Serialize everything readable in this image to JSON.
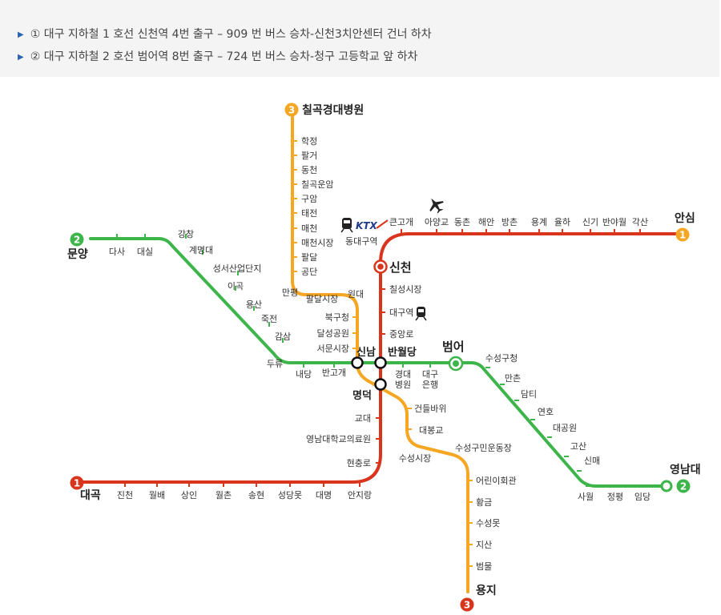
{
  "directions": [
    "① 대구 지하철 1 호선 신천역 4번 출구 – 909 번 버스 승차-신천3치안센터 건너 하차",
    "② 대구 지하철 2 호선 범어역 8번 출구 – 724 번 버스 승차-청구 고등학교 앞 하차"
  ],
  "colors": {
    "line1": "#d9341c",
    "line2": "#3db54a",
    "line3": "#f5a623",
    "ktx": "#1e3a8a",
    "background": "#f4f4f4"
  },
  "lines": {
    "line1": {
      "number": "1",
      "end_west": "대곡",
      "end_east": "안심",
      "stations_west": [
        "진천",
        "월배",
        "상인",
        "월촌",
        "송현",
        "성당못",
        "대명",
        "안지랑",
        "현충로",
        "영남대학교의료원",
        "교대"
      ],
      "stations_center": [
        "칠성시장",
        "대구역",
        "중앙로"
      ],
      "stations_east": [
        "큰고개",
        "아양교",
        "동촌",
        "해안",
        "방촌",
        "용계",
        "율하",
        "신기",
        "반야월",
        "각산"
      ]
    },
    "line2": {
      "number": "2",
      "end_west": "문양",
      "end_east": "영남대",
      "stations_west": [
        "다사",
        "대실",
        "강창",
        "계명대",
        "성서산업단지",
        "이곡",
        "용산",
        "죽전",
        "감삼",
        "두류",
        "내당",
        "반고개"
      ],
      "stations_center": [
        "경대병원",
        "대구은행"
      ],
      "stations_east": [
        "수성구청",
        "만촌",
        "담티",
        "연호",
        "대공원",
        "고산",
        "신매",
        "사월",
        "정평",
        "임당"
      ]
    },
    "line3": {
      "number": "3",
      "end_north": "칠곡경대병원",
      "end_south": "용지",
      "stations_north": [
        "학정",
        "팔거",
        "동천",
        "칠곡운암",
        "구암",
        "태전",
        "매천",
        "매천시장",
        "팔달",
        "공단",
        "만평",
        "팔달시장",
        "원대",
        "북구청",
        "달성공원",
        "서문시장"
      ],
      "stations_south": [
        "건들바위",
        "대봉교",
        "수성구민운동장",
        "수성시장",
        "어린이회관",
        "황금",
        "수성못",
        "지산",
        "범물"
      ]
    }
  },
  "transfers": {
    "sinnam": "신남",
    "banwoldang": "반월당",
    "myeongdeok": "명덕",
    "sincheon": "신천",
    "beomeo": "범어"
  },
  "labels": {
    "ktx_logo": "KTX",
    "dongdaegu": "동대구역",
    "line_badge_1": "1",
    "line_badge_2": "2",
    "line_badge_3": "3"
  },
  "icons": [
    "train-icon",
    "airplane-icon"
  ]
}
